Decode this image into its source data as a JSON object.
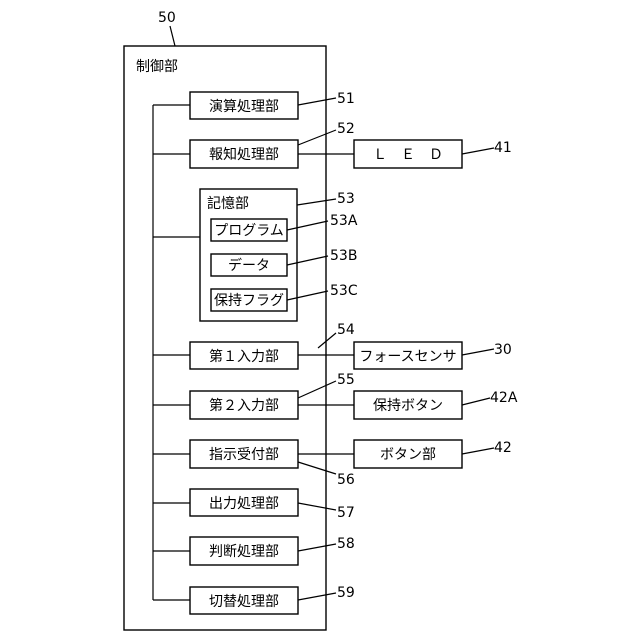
{
  "controller": {
    "ref": "50",
    "title": "制御部"
  },
  "units": [
    {
      "id": "calc",
      "label": "演算処理部",
      "ref": "51"
    },
    {
      "id": "notify",
      "label": "報知処理部",
      "ref": "52"
    },
    {
      "id": "memory",
      "label": "記憶部",
      "ref": "53",
      "items": [
        {
          "id": "program",
          "label": "プログラム",
          "ref": "53A"
        },
        {
          "id": "data",
          "label": "データ",
          "ref": "53B"
        },
        {
          "id": "hold-flag",
          "label": "保持フラグ",
          "ref": "53C"
        }
      ]
    },
    {
      "id": "input1",
      "label": "第１入力部",
      "ref": "54"
    },
    {
      "id": "input2",
      "label": "第２入力部",
      "ref": "55"
    },
    {
      "id": "instruction",
      "label": "指示受付部",
      "ref": "56"
    },
    {
      "id": "output",
      "label": "出力処理部",
      "ref": "57"
    },
    {
      "id": "judge",
      "label": "判断処理部",
      "ref": "58"
    },
    {
      "id": "switch",
      "label": "切替処理部",
      "ref": "59"
    }
  ],
  "external": [
    {
      "id": "led",
      "label": "Ｌ　Ｅ　Ｄ",
      "ref": "41"
    },
    {
      "id": "force-sensor",
      "label": "フォースセンサ",
      "ref": "30"
    },
    {
      "id": "hold-button",
      "label": "保持ボタン",
      "ref": "42A"
    },
    {
      "id": "button-unit",
      "label": "ボタン部",
      "ref": "42"
    }
  ]
}
